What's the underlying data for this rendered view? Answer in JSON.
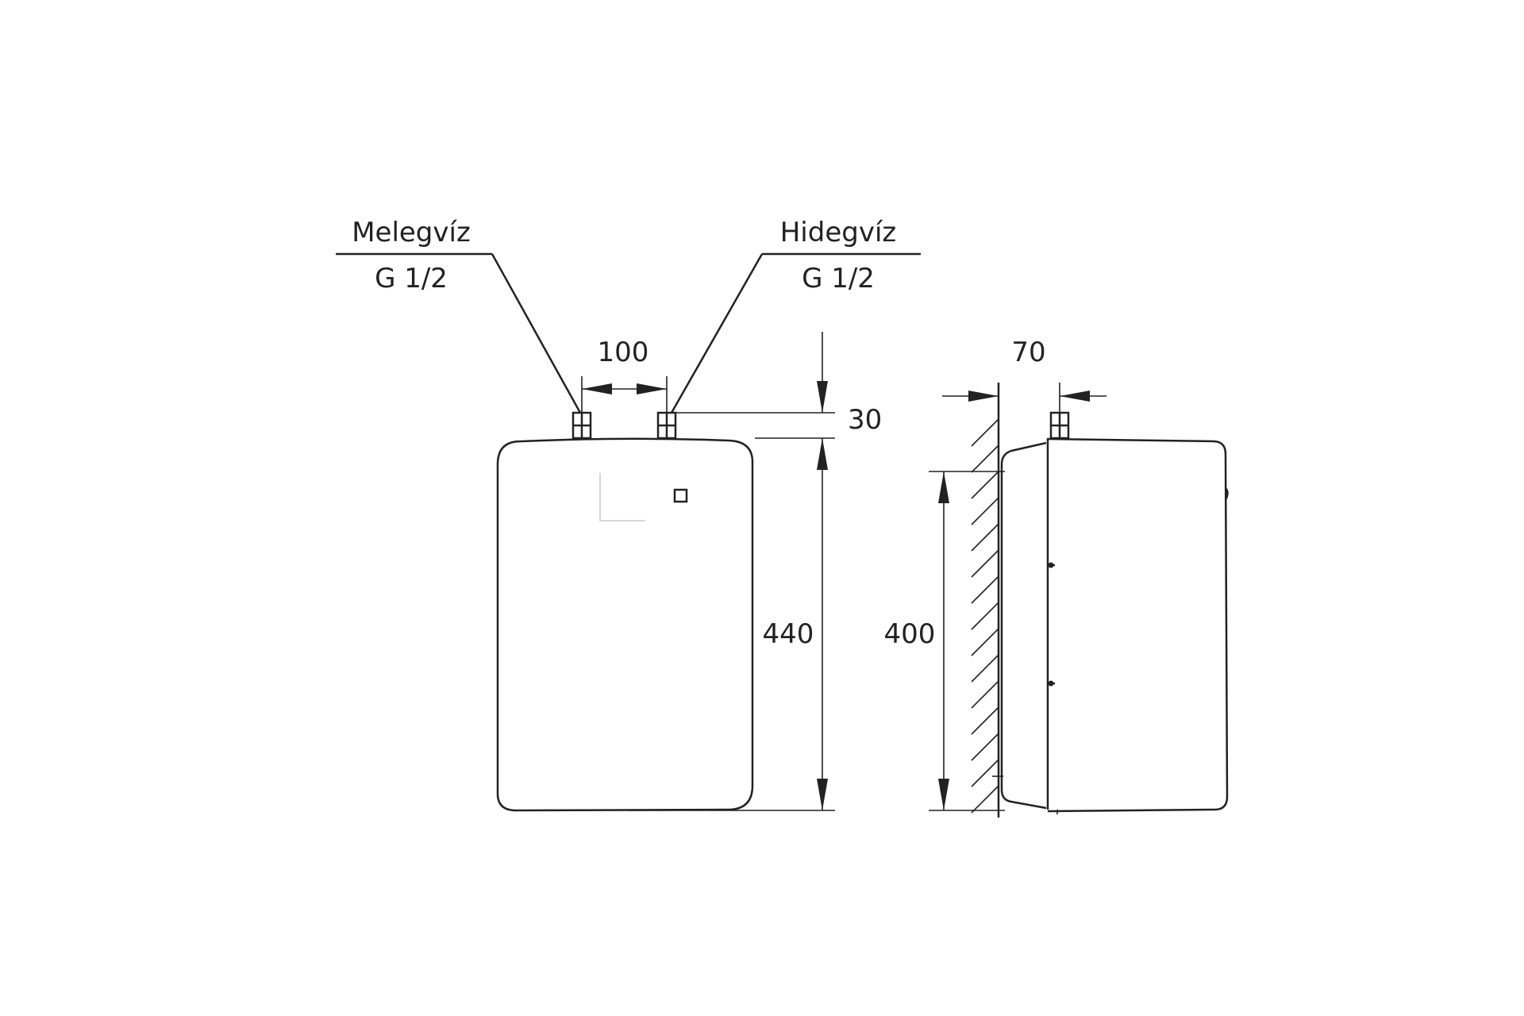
{
  "labels": {
    "hot_water": "Melegvíz",
    "hot_thread": "G 1/2",
    "cold_water": "Hidegvíz",
    "cold_thread": "G 1/2"
  },
  "dimensions": {
    "connection_spacing": "100",
    "connection_height": "30",
    "front_height": "440",
    "side_height": "400",
    "side_offset": "70"
  }
}
